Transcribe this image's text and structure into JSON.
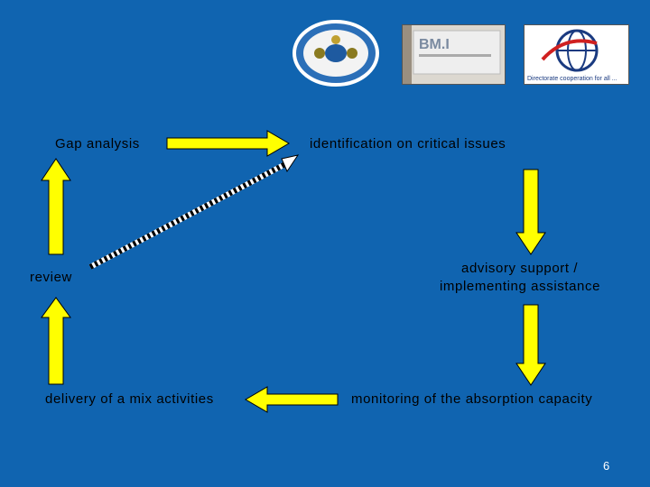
{
  "nodes": {
    "gap_analysis": "Gap analysis",
    "identification": "identification on critical issues",
    "review": "review",
    "advisory_line1": "advisory  support /",
    "advisory_line2": "implementing assistance",
    "delivery": "delivery of a mix activities",
    "monitoring": "monitoring of the absorption capacity"
  },
  "logos": {
    "bmi_text": "BM.I",
    "directorate_text": "Directorate cooperation for all ..."
  },
  "slide_number": "6",
  "colors": {
    "background": "#1064b0",
    "arrow_fill": "#ffff00",
    "arrow_stroke": "#000000",
    "text": "#000000"
  }
}
